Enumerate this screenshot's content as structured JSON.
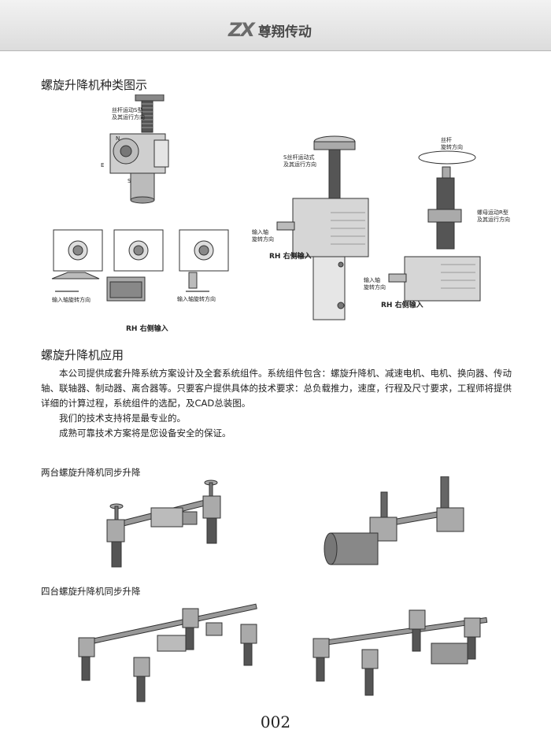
{
  "header": {
    "logo_mark": "ZX",
    "brand": "尊翔传动"
  },
  "section1": {
    "title": "螺旋升降机种类图示",
    "labels": {
      "top_left_note": [
        "丝杆运动S型",
        "及其运行方向"
      ],
      "input_rotation": "输入轴旋转方向",
      "rh_right_input_left": "RH 右侧输入",
      "middle_note": [
        "S丝杆运动式",
        "及其运行方向"
      ],
      "middle_input": [
        "输入轴",
        "旋转方向"
      ],
      "rh_right_input_mid": "RH 右侧输入",
      "right_note_top": [
        "丝杆",
        "旋转方向"
      ],
      "right_note_side": [
        "螺母运动R型",
        "及其运行方向"
      ],
      "right_input": [
        "输入轴",
        "旋转方向"
      ],
      "rh_right_input_right": "RH 右侧输入"
    }
  },
  "section2": {
    "title": "螺旋升降机应用",
    "paragraphs": [
      "本公司提供成套升降系统方案设计及全套系统组件。系统组件包含：螺旋升降机、减速电机、电机、换向器、传动轴、联轴器、制动器、离合器等。只要客户提供具体的技术要求：总负载推力，速度，行程及尺寸要求，工程师将提供详细的计算过程，系统组件的选配，及CAD总装图。",
      "我们的技术支持将是最专业的。",
      "成熟可靠技术方案将是您设备安全的保证。"
    ]
  },
  "apps": {
    "two_units": "两台螺旋升降机同步升降",
    "four_units": "四台螺旋升降机同步升降"
  },
  "page_number": "002"
}
